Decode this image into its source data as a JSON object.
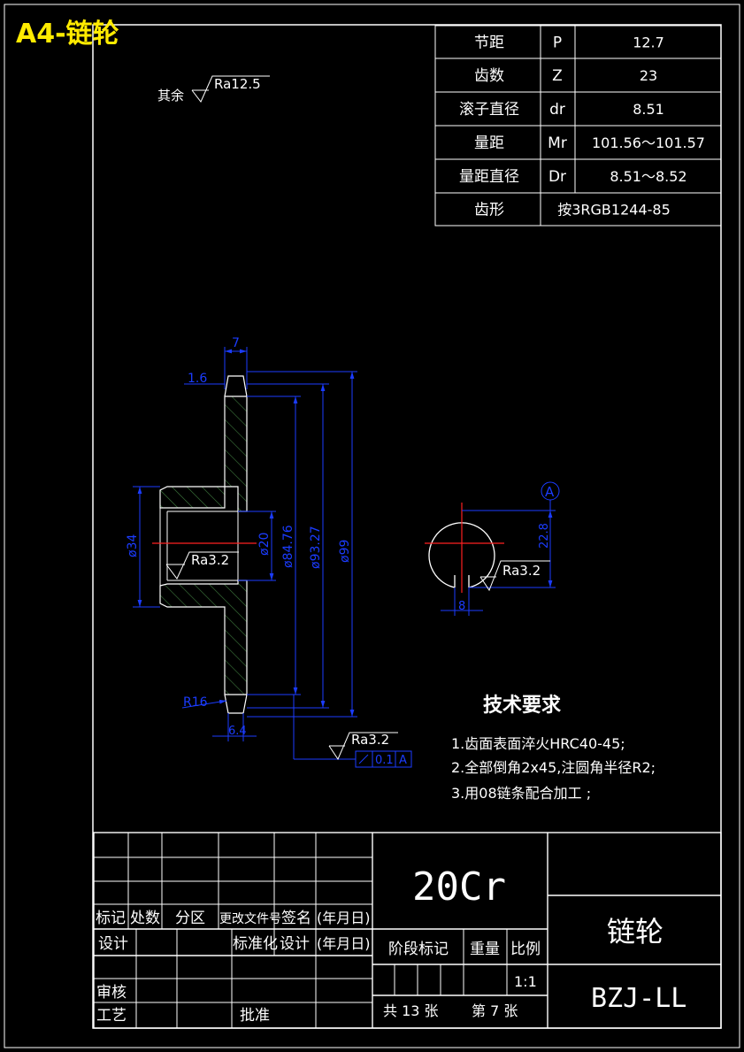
{
  "sheet": {
    "title": "A4-链轮",
    "roughness_other_label": "其余",
    "roughness_other_value": "Ra12.5"
  },
  "params": [
    {
      "name": "节距",
      "symbol": "P",
      "value": "12.7"
    },
    {
      "name": "齿数",
      "symbol": "Z",
      "value": "23"
    },
    {
      "name": "滚子直径",
      "symbol": "dr",
      "value": "8.51"
    },
    {
      "name": "量距",
      "symbol": "Mr",
      "value": "101.56～101.57"
    },
    {
      "name": "量距直径",
      "symbol": "Dr",
      "value": "8.51～8.52"
    },
    {
      "name": "齿形",
      "symbol": "",
      "value": "按3RGB1244-85"
    }
  ],
  "dims": {
    "width_top": "7",
    "chamfer_top": "1.6",
    "hub_dia": "ø34",
    "bore_dia": "ø20",
    "d1": "ø84.76",
    "d2": "ø93.27",
    "d3": "ø99",
    "radius": "R16",
    "bottom_width": "6.4",
    "ra_bore": "Ra3.2",
    "ra_face": "Ra3.2",
    "ra_key": "Ra3.2",
    "runout_tol": "0.1",
    "datum": "A",
    "key_depth": "22.8",
    "key_width": "8",
    "datum_circle": "A"
  },
  "tech": {
    "title": "技术要求",
    "items": [
      "1.齿面表面淬火HRC40-45;",
      "2.全部倒角2x45,注圆角半径R2;",
      "3.用08链条配合加工 ;"
    ]
  },
  "titleblock": {
    "material": "20Cr",
    "part_name": "链轮",
    "drawing_no": "BZJ-LL",
    "headers": [
      "标记",
      "处数",
      "分区",
      "更改文件号",
      "签名",
      "(年月日)"
    ],
    "design": "设计",
    "standardize": "标准化",
    "design2": "设计",
    "date2": "(年月日)",
    "review": "审核",
    "craft": "工艺",
    "approve": "批准",
    "stage": "阶段标记",
    "weight": "重量",
    "scale_label": "比例",
    "scale": "1:1",
    "total_sheets": "共 13 张",
    "sheet_no": "第 7 张"
  },
  "colors": {
    "line": "#ffffff",
    "dimension": "#1b3cff",
    "center": "#ff2020",
    "hatch": "#3e7a3e",
    "title": "#ffeb00"
  }
}
